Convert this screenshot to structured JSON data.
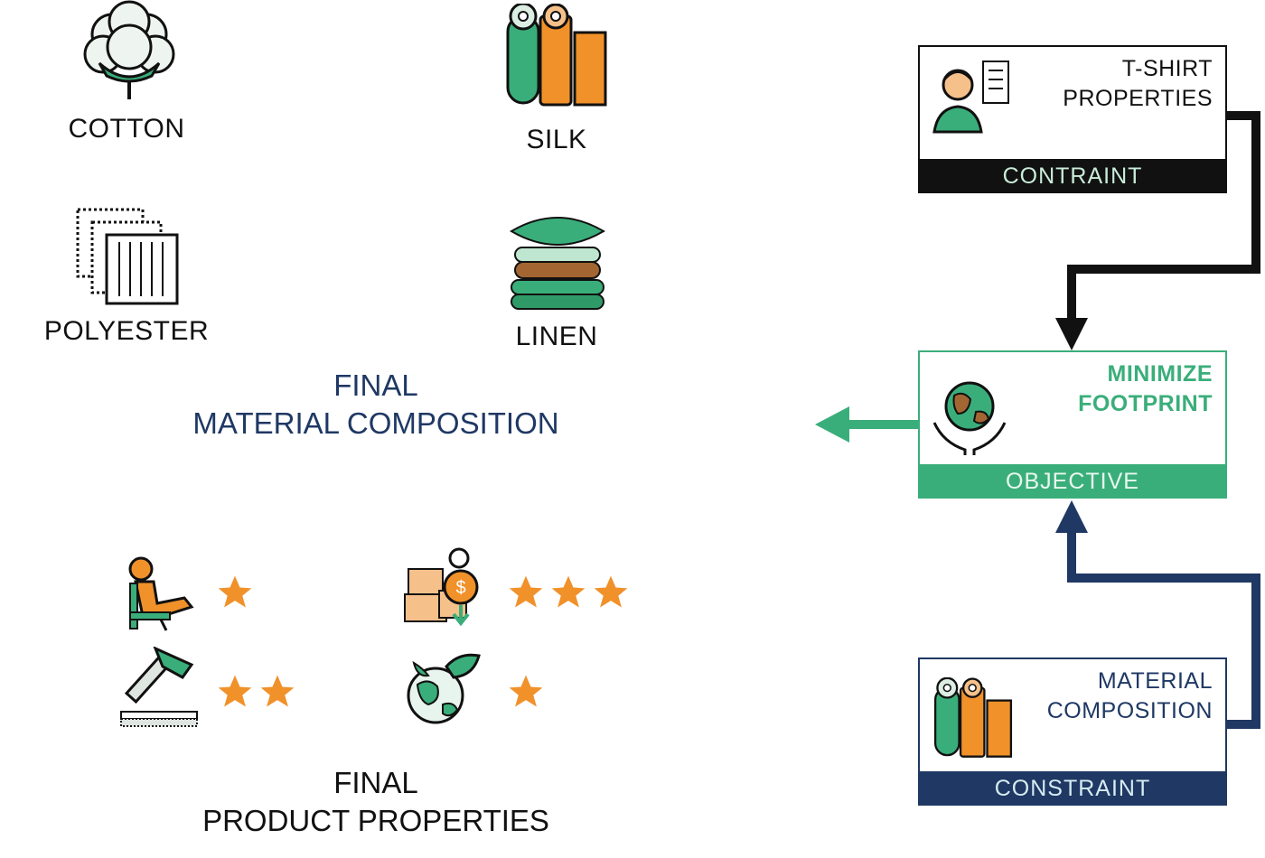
{
  "materials": {
    "cotton": "COTTON",
    "silk": "SILK",
    "polyester": "POLYESTER",
    "linen": "LINEN"
  },
  "material_heading": {
    "line1": "FINAL",
    "line2": "MATERIAL COMPOSITION"
  },
  "properties": {
    "comfort_stars": 1,
    "cost_stars": 3,
    "durability_stars": 2,
    "sustainability_stars": 1
  },
  "product_heading": {
    "line1": "FINAL",
    "line2": "PRODUCT PROPERTIES"
  },
  "boxes": {
    "tshirt": {
      "title_line1": "T-SHIRT",
      "title_line2": "PROPERTIES",
      "footer": "CONTRAINT"
    },
    "objective": {
      "title_line1": "MINIMIZE",
      "title_line2": "FOOTPRINT",
      "footer": "OBJECTIVE"
    },
    "material": {
      "title_line1": "MATERIAL",
      "title_line2": "COMPOSITION",
      "footer": "CONSTRAINT"
    }
  },
  "colors": {
    "green": "#3aae7a",
    "orange": "#f0912a",
    "navy": "#1f3864",
    "black": "#111111",
    "star": "#f0912a"
  },
  "icons": [
    "cotton-icon",
    "silk-icon",
    "polyester-icon",
    "linen-icon",
    "relax-icon",
    "cost-icon",
    "hammer-icon",
    "eco-globe-icon",
    "engineer-icon",
    "globe-hands-icon",
    "fabric-rolls-icon"
  ]
}
